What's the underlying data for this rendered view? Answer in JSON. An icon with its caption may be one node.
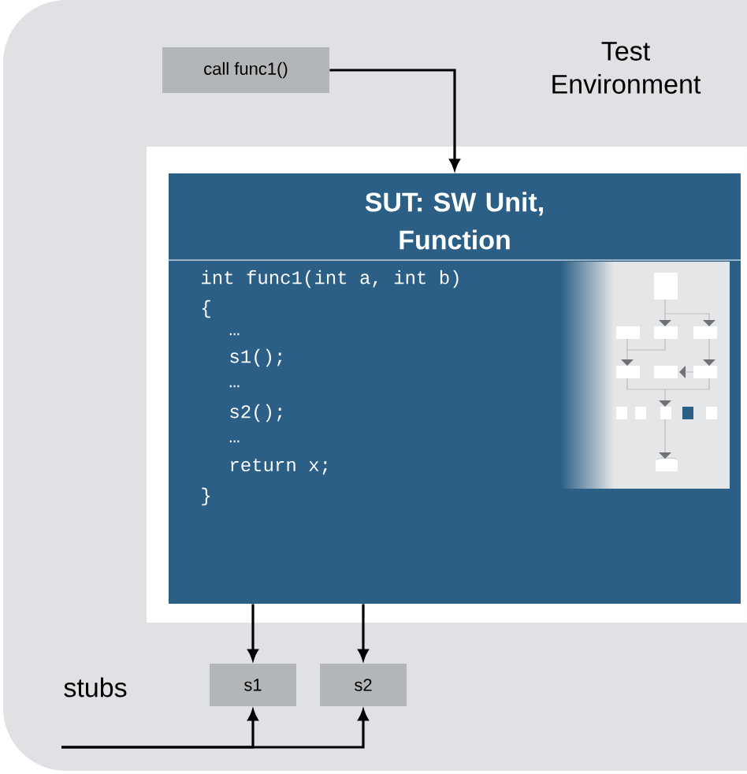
{
  "diagram": {
    "nodes": [
      {
        "text": [
          "Test Environment"
        ]
      },
      {
        "text": [
          "call func1()"
        ],
        "in": 0
      },
      {
        "text": [
          "SUT: SW Unit, Function",
          "int func1(int a, int b)",
          "{",
          "…",
          "s1();",
          "…",
          "s2();",
          "…",
          "return x;",
          "}"
        ],
        "in": 0
      },
      {
        "text": [
          "s1"
        ],
        "in": 0
      },
      {
        "text": [
          "s2"
        ],
        "in": 0
      }
    ],
    "edges": [
      {
        "from": 1,
        "to": 2,
        "arrow": "to"
      },
      {
        "from": 2,
        "to": 3,
        "arrow": "to"
      },
      {
        "from": 2,
        "to": 4,
        "arrow": "to"
      },
      {
        "from": null,
        "to": 3,
        "arrow": "to"
      },
      {
        "from": null,
        "to": 4,
        "arrow": "to"
      }
    ],
    "labels": [
      "stubs"
    ]
  }
}
